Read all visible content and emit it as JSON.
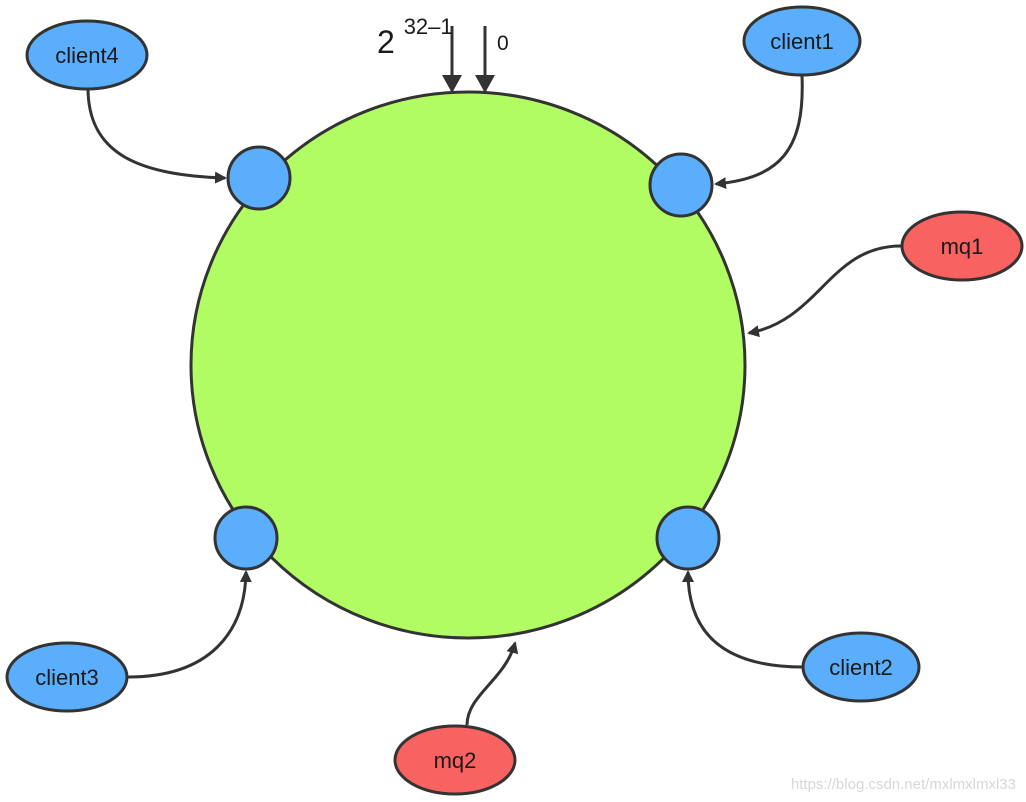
{
  "colors": {
    "ring_fill": "#b1fc62",
    "ring_stroke": "#333333",
    "client_fill": "#5aaefb",
    "mq_fill": "#f86260",
    "edge": "#333333",
    "text": "#1a1a1a",
    "watermark": "#d7d7d7"
  },
  "ring_markers": {
    "max_base": "2",
    "max_exponent": "32–1",
    "zero": "0"
  },
  "clients": [
    {
      "label": "client1"
    },
    {
      "label": "client2"
    },
    {
      "label": "client3"
    },
    {
      "label": "client4"
    }
  ],
  "mqs": [
    {
      "label": "mq1"
    },
    {
      "label": "mq2"
    }
  ],
  "watermark": "https://blog.csdn.net/mxlmxlmxl33"
}
